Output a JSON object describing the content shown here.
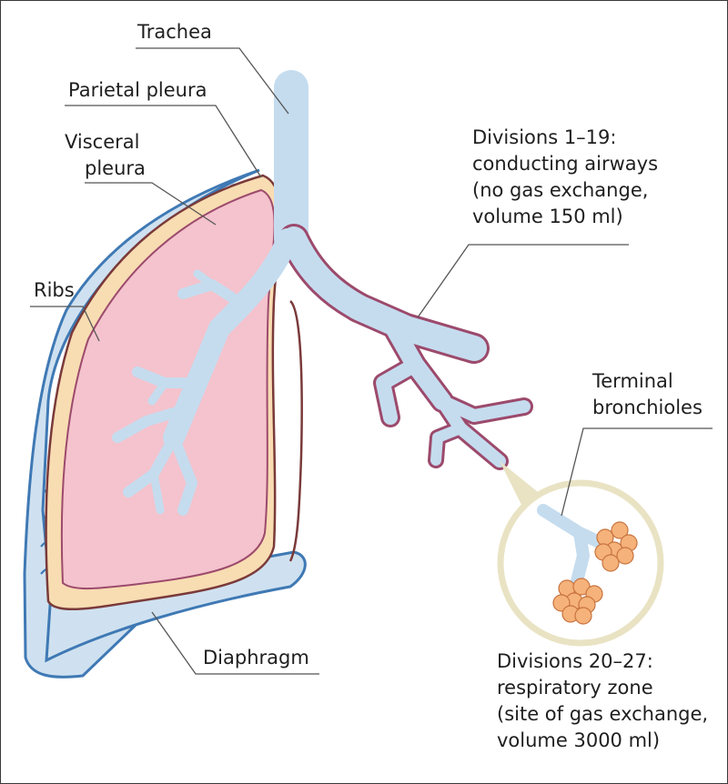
{
  "labels": {
    "trachea": "Trachea",
    "parietal_pleura": "Parietal pleura",
    "visceral_pleura": [
      "Visceral",
      "pleura"
    ],
    "ribs": "Ribs",
    "diaphragm": "Diaphragm",
    "conducting": [
      "Divisions 1–19:",
      "conducting airways",
      "(no gas exchange,",
      "volume 150 ml)"
    ],
    "terminal_bronchioles": [
      "Terminal",
      "bronchioles"
    ],
    "respiratory": [
      "Divisions 20–27:",
      "respiratory zone",
      "(site of gas exchange,",
      "volume 3000 ml)"
    ]
  },
  "colors": {
    "rib_blue": "#3f79b4",
    "rib_fill": "#cfe1f0",
    "pleura_peach": "#f8dcb2",
    "lung_pink": "#f4c3cd",
    "airway_fill": "#c5dcef",
    "airway_outline": "#9c4a6c",
    "alveoli": "#f5b27a",
    "inset_ring": "#e9e3c4"
  }
}
